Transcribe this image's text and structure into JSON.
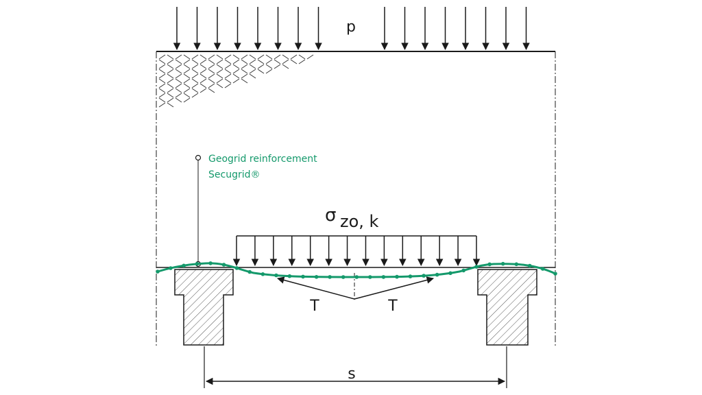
{
  "labels": {
    "load_p": "p",
    "stress_symbol": "σ",
    "stress_subscript": "zo, k",
    "tension_left": "T",
    "tension_right": "T",
    "spacing": "s",
    "geogrid_line1": "Geogrid reinforcement",
    "geogrid_line2": "Secugrid®"
  },
  "colors": {
    "geogrid": "#14996b",
    "line": "#1a1a1a"
  },
  "diagram": {
    "top_load_arrow_count_left": 8,
    "top_load_arrow_count_right": 8,
    "stress_arrow_count": 14
  }
}
